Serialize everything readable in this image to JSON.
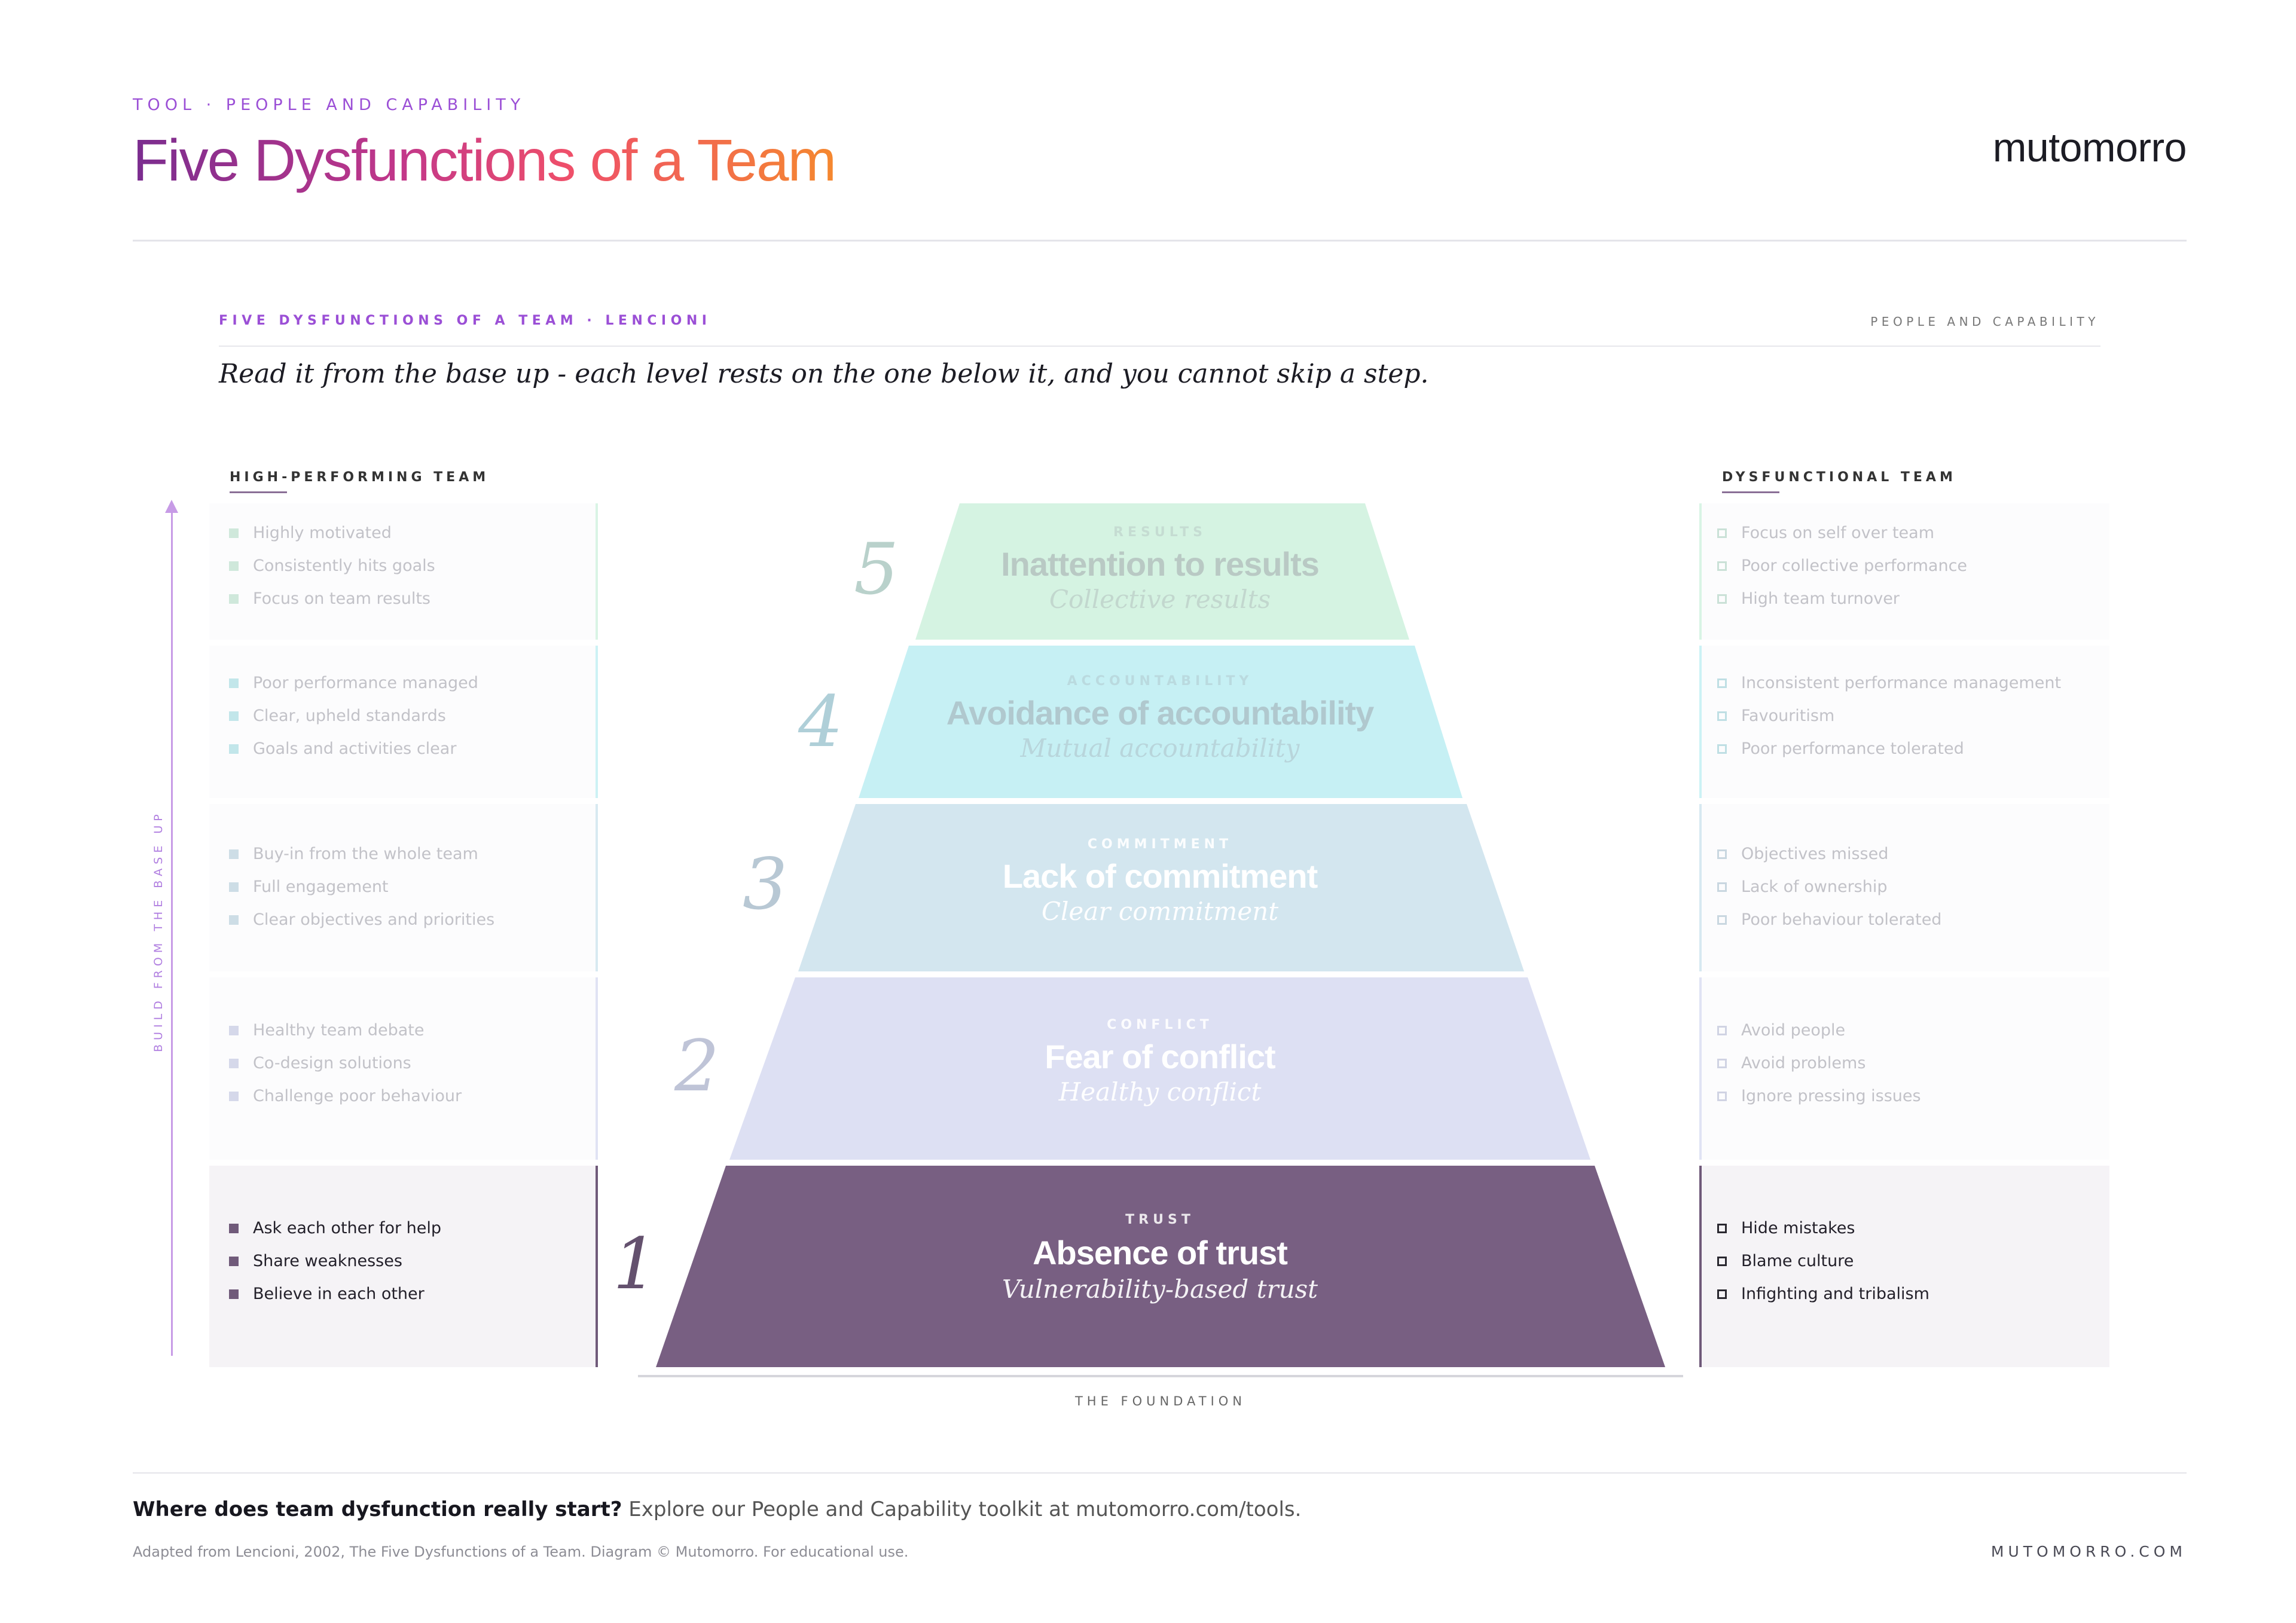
{
  "header": {
    "eyebrow": "TOOL · PEOPLE AND CAPABILITY",
    "title": "Five Dysfunctions of a Team",
    "brand": "mutomorro"
  },
  "figure": {
    "eyebrow": "FIVE DYSFUNCTIONS OF A TEAM · LENCIONI",
    "right_label": "PEOPLE AND CAPABILITY",
    "intro": "Read it from the base up - each level rests on the one below it, and you cannot skip a step.",
    "left_heading": "HIGH-PERFORMING TEAM",
    "right_heading": "DYSFUNCTIONAL TEAM",
    "axis_label": "BUILD FROM THE BASE UP",
    "foundation": "THE FOUNDATION",
    "levels": [
      {
        "number": "1",
        "eyebrow": "TRUST",
        "title": "Absence of trust",
        "subtitle": "Vulnerability-based trust",
        "color": "#785f82",
        "highlight": true,
        "positive": [
          "Ask each other for help",
          "Share weaknesses",
          "Believe in each other"
        ],
        "negative": [
          "Hide mistakes",
          "Blame culture",
          "Infighting and tribalism"
        ]
      },
      {
        "number": "2",
        "eyebrow": "CONFLICT",
        "title": "Fear of conflict",
        "subtitle": "Healthy conflict",
        "color": "#dde0f3",
        "highlight": false,
        "positive": [
          "Healthy team debate",
          "Co-design solutions",
          "Challenge poor behaviour"
        ],
        "negative": [
          "Avoid people",
          "Avoid problems",
          "Ignore pressing issues"
        ]
      },
      {
        "number": "3",
        "eyebrow": "COMMITMENT",
        "title": "Lack of commitment",
        "subtitle": "Clear commitment",
        "color": "#d3e6ef",
        "highlight": false,
        "positive": [
          "Buy-in from the whole team",
          "Full engagement",
          "Clear objectives and priorities"
        ],
        "negative": [
          "Objectives missed",
          "Lack of ownership",
          "Poor behaviour tolerated"
        ]
      },
      {
        "number": "4",
        "eyebrow": "ACCOUNTABILITY",
        "title": "Avoidance of accountability",
        "subtitle": "Mutual accountability",
        "color": "#c6f0f4",
        "highlight": false,
        "positive": [
          "Poor performance managed",
          "Clear, upheld standards",
          "Goals and activities clear"
        ],
        "negative": [
          "Inconsistent performance management",
          "Favouritism",
          "Poor performance tolerated"
        ]
      },
      {
        "number": "5",
        "eyebrow": "RESULTS",
        "title": "Inattention to results",
        "subtitle": "Collective results",
        "color": "#d5f3e2",
        "highlight": false,
        "positive": [
          "Highly motivated",
          "Consistently hits goals",
          "Focus on team results"
        ],
        "negative": [
          "Focus on self over team",
          "Poor collective performance",
          "High team turnover"
        ]
      }
    ]
  },
  "footer": {
    "question": "Where does team dysfunction really start?",
    "cta": "Explore our People and Capability toolkit at mutomorro.com/tools.",
    "credit": "Adapted from Lencioni, 2002, The Five Dysfunctions of a Team. Diagram © Mutomorro. For educational use.",
    "site": "MUTOMORRO.COM"
  }
}
